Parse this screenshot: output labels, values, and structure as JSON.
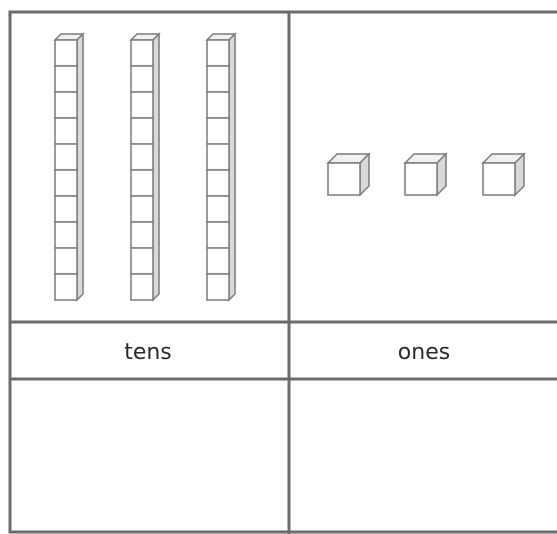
{
  "table": {
    "columns": [
      {
        "label": "tens",
        "blocks": {
          "type": "ten-rod",
          "count": 3
        }
      },
      {
        "label": "ones",
        "blocks": {
          "type": "unit-cube",
          "count": 3
        }
      }
    ],
    "answer_row": [
      "",
      ""
    ]
  },
  "colors": {
    "grid_line": "#6b6b6b",
    "block_fill": "#ffffff",
    "block_edge": "#7a7a7a",
    "text": "#2a2a2a"
  }
}
